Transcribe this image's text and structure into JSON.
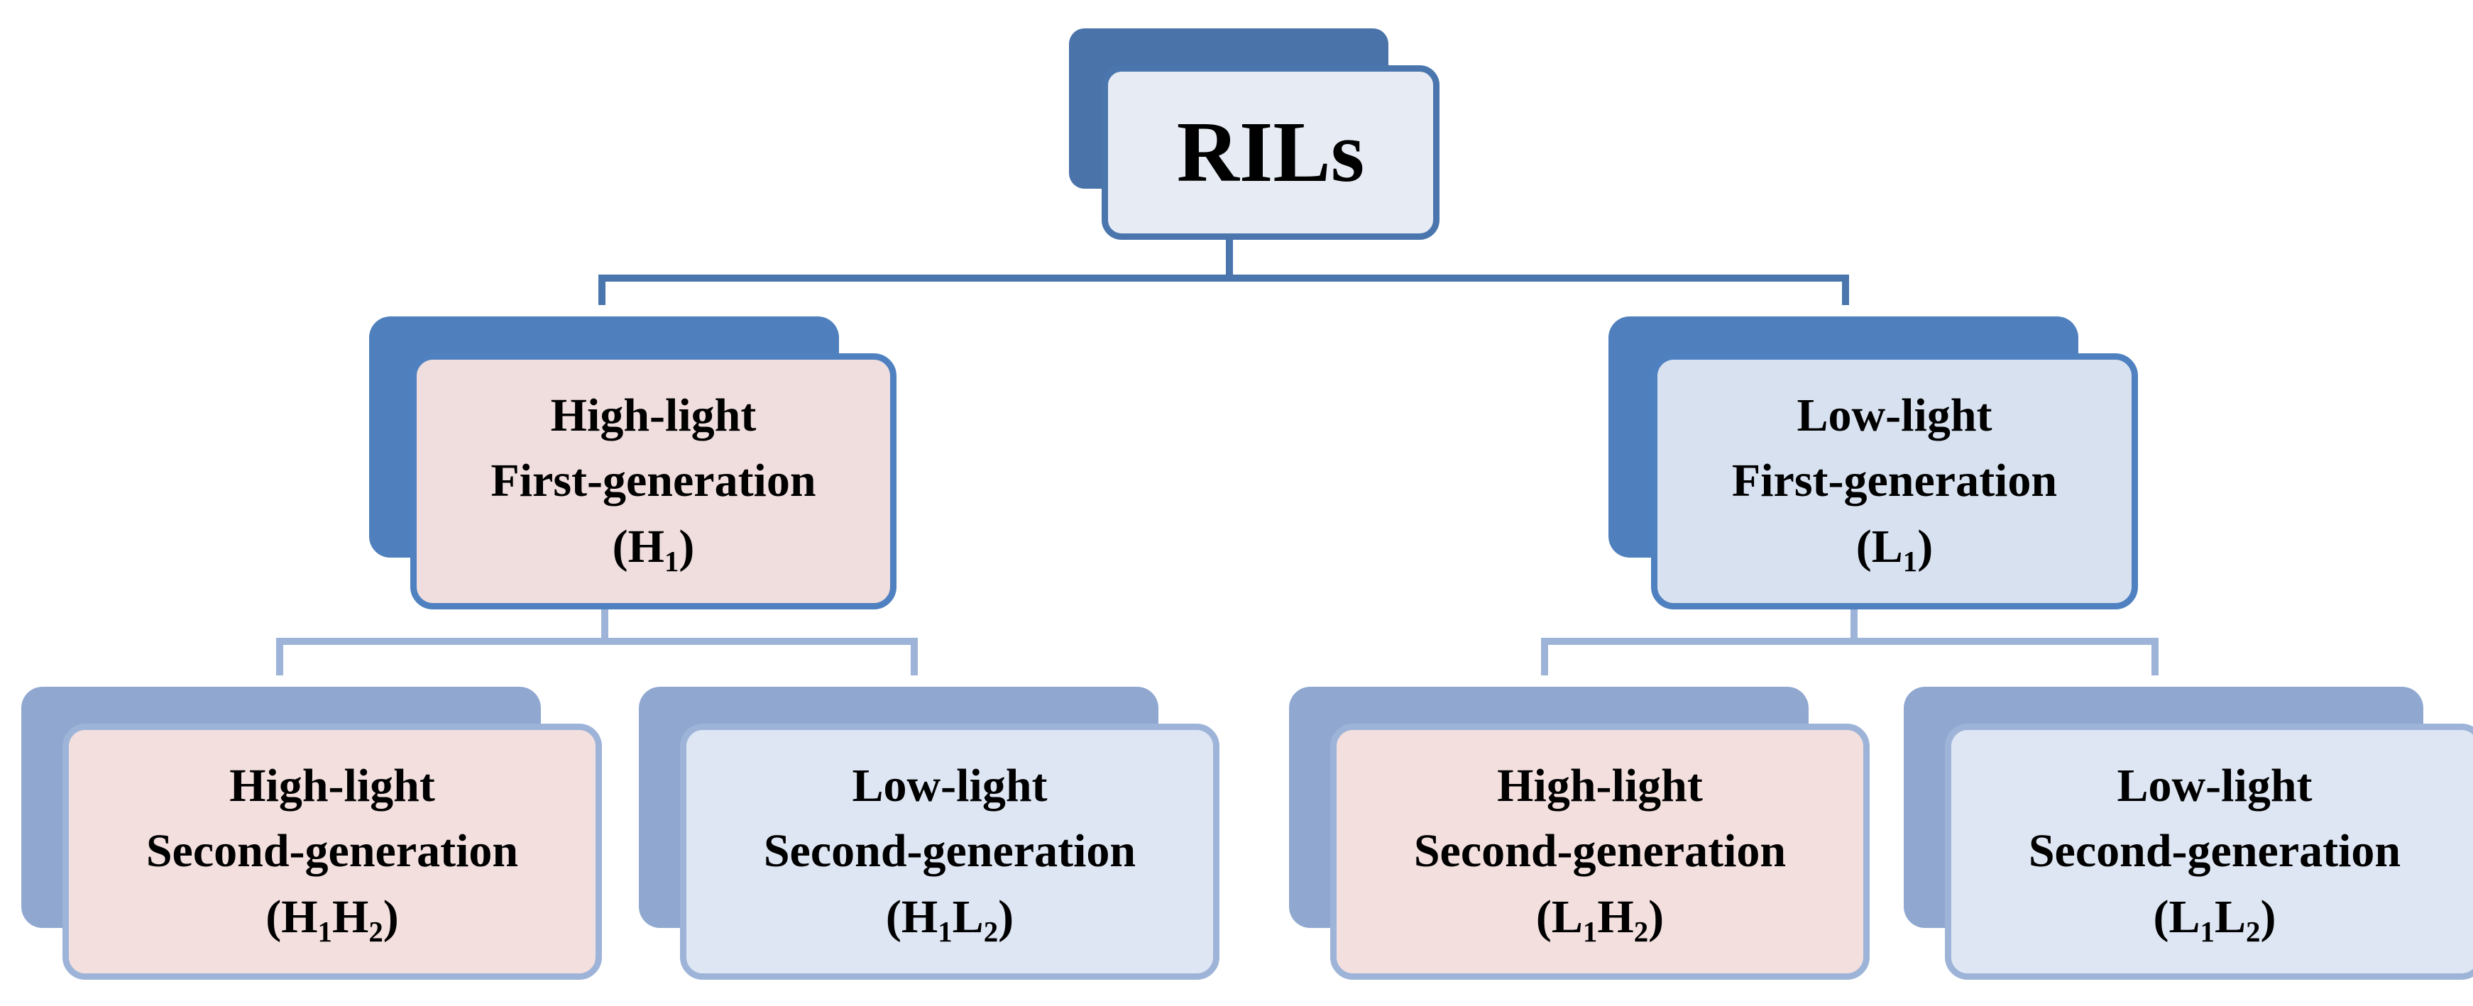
{
  "colors": {
    "root_back": "#4a73aa",
    "root_front_fill": "#e7ecf4",
    "level1_back": "#4f80bd",
    "level2_back": "#90a8d0",
    "high_light_fill": "#f0dede",
    "low_light_fill": "#d8e1ef",
    "connector_level1": "#4a76ad",
    "connector_level2": "#9db4d8"
  },
  "root": {
    "label": "RILs"
  },
  "level1": [
    {
      "lines": [
        "High-light",
        "First-generation"
      ],
      "code": [
        {
          "t": "H",
          "sub": "1"
        }
      ],
      "tone": "high"
    },
    {
      "lines": [
        "Low-light",
        "First-generation"
      ],
      "code": [
        {
          "t": "L",
          "sub": "1"
        }
      ],
      "tone": "low"
    }
  ],
  "level2": [
    {
      "lines": [
        "High-light",
        "Second-generation"
      ],
      "code": [
        {
          "t": "H",
          "sub": "1"
        },
        {
          "t": "H",
          "sub": "2"
        }
      ],
      "tone": "high"
    },
    {
      "lines": [
        "Low-light",
        "Second-generation"
      ],
      "code": [
        {
          "t": "H",
          "sub": "1"
        },
        {
          "t": "L",
          "sub": "2"
        }
      ],
      "tone": "low"
    },
    {
      "lines": [
        "High-light",
        "Second-generation"
      ],
      "code": [
        {
          "t": "L",
          "sub": "1"
        },
        {
          "t": "H",
          "sub": "2"
        }
      ],
      "tone": "high"
    },
    {
      "lines": [
        "Low-light",
        "Second-generation"
      ],
      "code": [
        {
          "t": "L",
          "sub": "1"
        },
        {
          "t": "L",
          "sub": "2"
        }
      ],
      "tone": "low"
    }
  ]
}
